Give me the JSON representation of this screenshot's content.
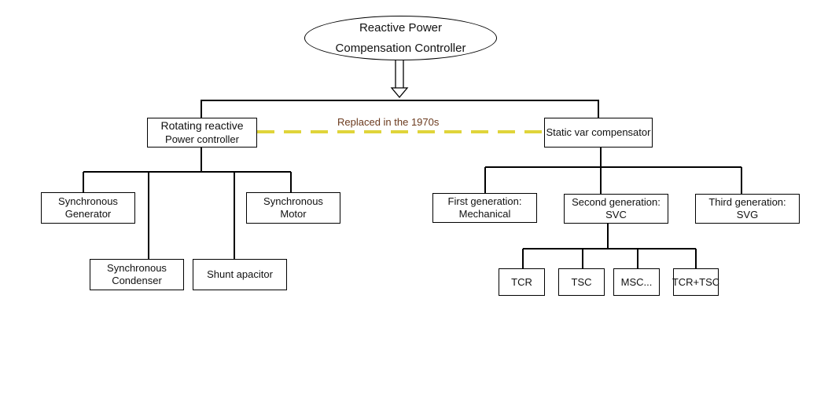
{
  "root": {
    "line1": "Reactive Power",
    "line2": "Compensation Controller"
  },
  "rotating": {
    "line1": "Rotating reactive",
    "line2": "Power controller"
  },
  "static_var": {
    "label": "Static var compensator"
  },
  "replaced_note": "Replaced in the 1970s",
  "rotating_children": {
    "sync_generator": {
      "line1": "Synchronous",
      "line2": "Generator"
    },
    "sync_motor": {
      "line1": "Synchronous",
      "line2": "Motor"
    },
    "sync_condenser": {
      "line1": "Synchronous",
      "line2": "Condenser"
    },
    "shunt_capacitor": {
      "label": "Shunt apacitor"
    }
  },
  "static_children": {
    "first_gen": {
      "line1": "First generation:",
      "line2": "Mechanical"
    },
    "second_gen": {
      "line1": "Second generation:",
      "line2": "SVC"
    },
    "third_gen": {
      "line1": "Third generation:",
      "line2": "SVG"
    }
  },
  "svc_types": {
    "tcr": "TCR",
    "tsc": "TSC",
    "msc": "MSC...",
    "tcr_tsc": "TCR+TSC"
  },
  "colors": {
    "dashed_link": "#e0d43a",
    "note_text": "#6b3a1e"
  }
}
